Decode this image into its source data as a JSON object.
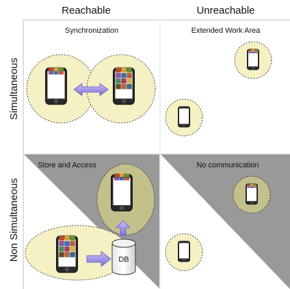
{
  "headers": {
    "reachable": "Reachable",
    "unreachable": "Unreachable"
  },
  "rows": {
    "simultaneous": "Simultaneous",
    "non_simultaneous": "Non Simultaneous"
  },
  "quadrants": {
    "top_left": "Synchronization",
    "top_right": "Extended Work Area",
    "bottom_left": "Store and Access",
    "bottom_right": "No communication"
  },
  "database_label": "DB",
  "colors": {
    "zone_fill": "#f6f1c4",
    "zone_dark_fill": "#c4c08c",
    "shadow": "#999999",
    "arrow": "#9a8ee0",
    "grid": "#bfbfbf"
  },
  "icons": [
    "phone-icon",
    "database-icon",
    "double-arrow-icon",
    "arrow-icon"
  ]
}
